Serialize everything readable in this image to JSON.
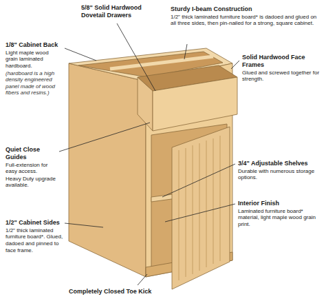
{
  "diagram": {
    "labels": [
      "5/8\" Solid Hardwood Dovetail Drawers",
      "Sturdy I-beam Construction",
      "1/2\" thick laminated furniture board* is dadoed and glued on all three sides, then pin-nailed for a strong, square cabinet.",
      "1/8\" Cabinet Back",
      "Light maple wood grain laminated hardboard.",
      "(hardboard is a high density engineered panel made of wood fibers and resins.)",
      "Solid Hardwood Face Frames",
      "Glued and screwed together for strength.",
      "Quiet Close Guides",
      "Full-extension for easy access.",
      "Heavy Duty upgrade available.",
      "3/4\" Adjustable Shelves",
      "Durable with numerous storage options.",
      "Interior Finish",
      "Laminated furniture board* material, light maple wood grain print.",
      "1/2\" Cabinet Sides",
      "1/2\" thick laminated furniture board*. Glued, dadoed and pinned to face frame.",
      "Completely Closed Toe Kick"
    ]
  }
}
